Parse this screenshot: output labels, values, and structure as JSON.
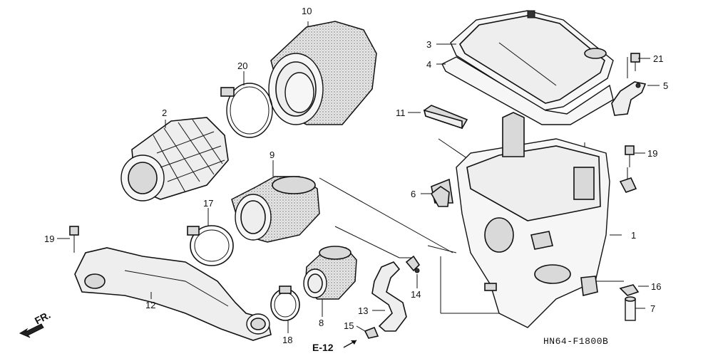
{
  "diagram": {
    "labels": {
      "p1": "1",
      "p2": "2",
      "p3": "3",
      "p4": "4",
      "p5": "5",
      "p6": "6",
      "p7": "7",
      "p8": "8",
      "p9": "9",
      "p10": "10",
      "p11": "11",
      "p12": "12",
      "p13": "13",
      "p14": "14",
      "p15": "15",
      "p16": "16",
      "p17": "17",
      "p18": "18",
      "p19a": "19",
      "p19b": "19",
      "p20": "20",
      "p21": "21"
    },
    "ref_code": "E-12",
    "front_marker": "FR.",
    "sheet_code": "HN64-F1800B"
  }
}
